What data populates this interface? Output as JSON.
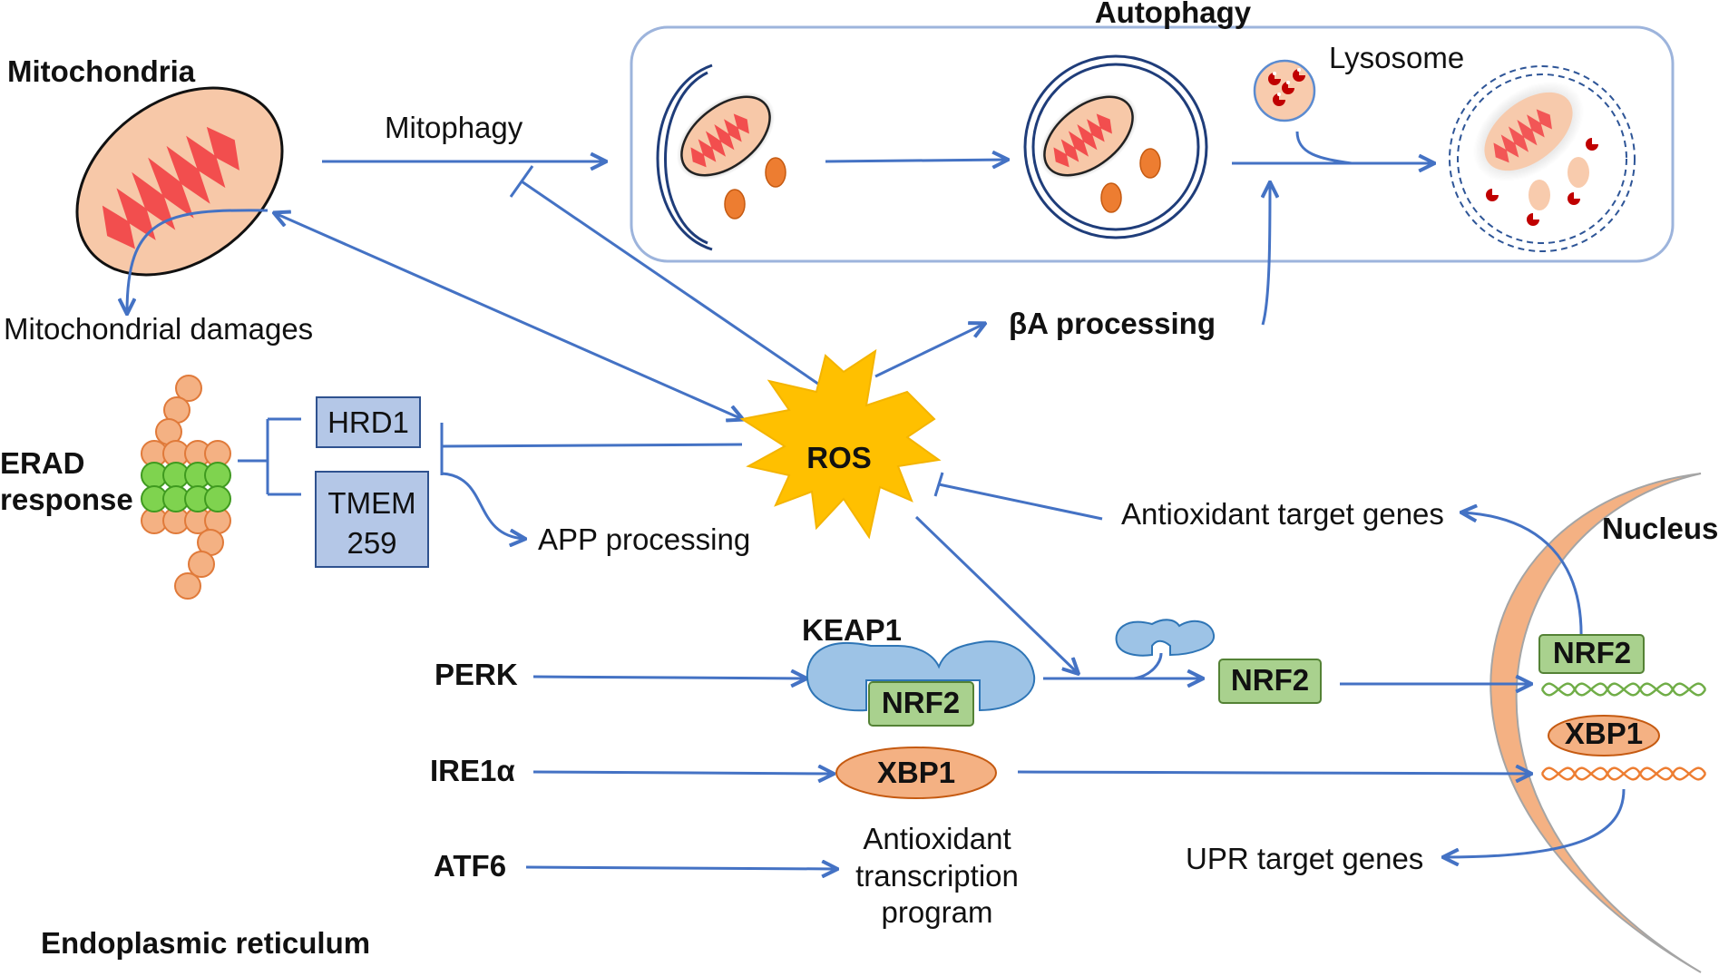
{
  "labels": {
    "autophagy": "Autophagy",
    "mitochondria": "Mitochondria",
    "mitophagy": "Mitophagy",
    "lysosome": "Lysosome",
    "mitochondrial_damages": "Mitochondrial damages",
    "beta_a_processing": "βA processing",
    "hrd1": "HRD1",
    "tmem_line1": "TMEM",
    "tmem_line2": "259",
    "erad_line1": "ERAD",
    "erad_line2": "response",
    "ros": "ROS",
    "antioxidant_target_genes": "Antioxidant target genes",
    "nucleus": "Nucleus",
    "app_processing": "APP processing",
    "keap1": "KEAP1",
    "nrf2_bound": "NRF2",
    "nrf2_free": "NRF2",
    "nrf2_nucleus": "NRF2",
    "perk": "PERK",
    "ire1a": "IRE1α",
    "xbp1": "XBP1",
    "xbp1_nucleus": "XBP1",
    "atf6": "ATF6",
    "antioxidant_program_line1": "Antioxidant",
    "antioxidant_program_line2": "transcription",
    "antioxidant_program_line3": "program",
    "upr_target_genes": "UPR target genes",
    "endoplasmic_reticulum": "Endoplasmic reticulum"
  },
  "colors": {
    "arrow": "#4472c4",
    "mito_outer": "#f7c8a8",
    "mito_inner": "#f24e4e",
    "box_fill": "#b4c7e7",
    "keap1": "#9dc3e6",
    "nrf2": "#a9d18e",
    "xbp1": "#f4b183",
    "ros": "#ffc000",
    "nucleus": "#f4b183",
    "dna_green": "#70ad47",
    "dna_orange": "#ed7d31",
    "vesicle": "#ed7d31"
  }
}
